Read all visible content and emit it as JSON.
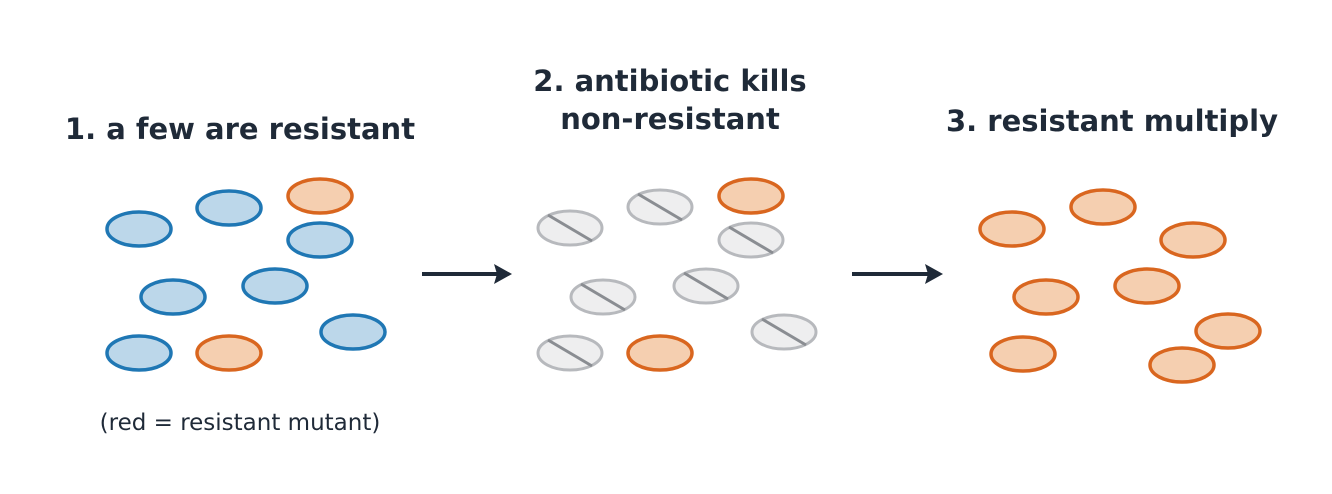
{
  "panels": [
    {
      "title": "1. a few are resistant"
    },
    {
      "title_line1": "2. antibiotic kills",
      "title_line2": "non-resistant"
    },
    {
      "title": "3. resistant multiply"
    }
  ],
  "note": "(red = resistant mutant)",
  "colors": {
    "normal_fill": "#bcd7ea",
    "normal_stroke": "#1f77b4",
    "resistant_fill": "#f5cfb0",
    "resistant_stroke": "#d9661f",
    "dead_fill": "#eeeeef",
    "dead_stroke": "#b7b9bd",
    "arrow": "#1f2a38",
    "text": "#1f2a38"
  },
  "icons": [
    "bacterium-normal",
    "bacterium-resistant",
    "bacterium-dead",
    "right-arrow-icon"
  ]
}
